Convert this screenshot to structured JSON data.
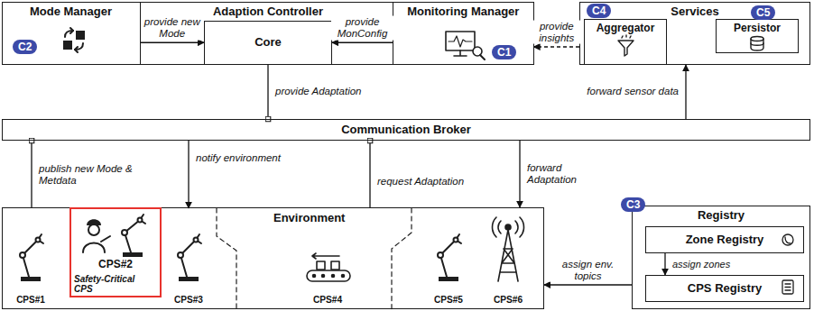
{
  "diagram": {
    "nodes": [
      {
        "text": [
          "Adaption Controller"
        ]
      },
      {
        "text": [
          "Mode Manager"
        ],
        "in": 0
      },
      {
        "text": [
          "Core"
        ],
        "in": 0
      },
      {
        "text": [
          "Monitoring Manager"
        ],
        "in": 0
      },
      {
        "text": [
          "Services"
        ]
      },
      {
        "text": [
          "Aggregator"
        ],
        "in": 4
      },
      {
        "text": [
          "Persistor"
        ],
        "in": 4
      },
      {
        "text": [
          "Communication Broker"
        ]
      },
      {
        "text": [
          "Environment"
        ]
      },
      {
        "text": [
          "CPS#1"
        ],
        "in": 8
      },
      {
        "text": [
          "CPS#2",
          "Safety-Critical CPS"
        ],
        "in": 8
      },
      {
        "text": [
          "CPS#3"
        ],
        "in": 8
      },
      {
        "text": [
          "CPS#4"
        ],
        "in": 8
      },
      {
        "text": [
          "CPS#5"
        ],
        "in": 8
      },
      {
        "text": [
          "CPS#6"
        ],
        "in": 8
      },
      {
        "text": [
          "Registry"
        ]
      },
      {
        "text": [
          "Zone Registry"
        ],
        "in": 15
      },
      {
        "text": [
          "CPS Registry"
        ],
        "in": 15
      }
    ],
    "edges": [
      {
        "from": 1,
        "to": 2,
        "label": "provide new Mode",
        "arrow": "to"
      },
      {
        "from": 3,
        "to": 2,
        "label": "provide MonConfig",
        "arrow": "to"
      },
      {
        "from": 4,
        "to": 3,
        "label": "provide insights",
        "arrow": "to"
      },
      {
        "from": 0,
        "to": 7,
        "label": "provide Adaptation",
        "arrow": "none"
      },
      {
        "from": 9,
        "to": 7,
        "label": "publish new Mode & Metdata",
        "arrow": "none"
      },
      {
        "from": 7,
        "to": 11,
        "label": "notify environment",
        "arrow": "to"
      },
      {
        "from": 8,
        "to": 7,
        "label": "request Adaptation",
        "arrow": "none"
      },
      {
        "from": 7,
        "to": 8,
        "label": "forward Adaptation",
        "arrow": "to"
      },
      {
        "from": 7,
        "to": 4,
        "label": "forward sensor data",
        "arrow": "to"
      },
      {
        "from": 15,
        "to": 8,
        "label": "assign env. topics",
        "arrow": "to"
      },
      {
        "from": 16,
        "to": 17,
        "label": "assign zones",
        "arrow": "to"
      }
    ],
    "labels": [
      "C1",
      "C2",
      "C3",
      "C4",
      "C5"
    ]
  }
}
